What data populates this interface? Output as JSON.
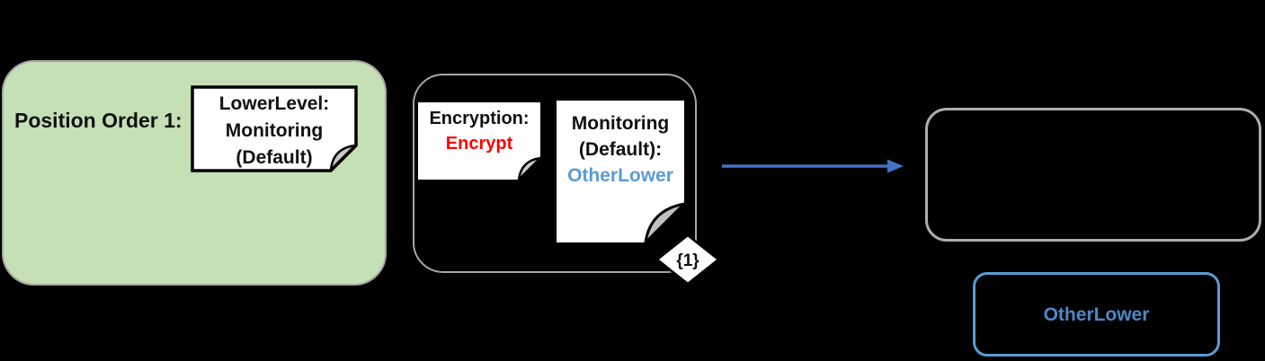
{
  "canvas": {
    "background_color": "#000000"
  },
  "position_group": {
    "label": "Position Order 1:",
    "fill_color": "#C5E0B4",
    "border_color": "#A6A6A6",
    "note": {
      "line1": "LowerLevel:",
      "line2": "Monitoring",
      "line3": "(Default)"
    }
  },
  "middle_group": {
    "border_color": "#A6A6A6",
    "encryption_note": {
      "line1": "Encryption:",
      "line2": "Encrypt",
      "value_color": "#FF0000"
    },
    "monitoring_note": {
      "line1": "Monitoring",
      "line2": "(Default):",
      "line3": "OtherLower",
      "value_color": "#5B9BD5"
    },
    "badge": "{1}"
  },
  "arrow": {
    "color": "#4472C4",
    "direction": "right"
  },
  "result_group": {
    "border_color": "#AFACAC"
  },
  "otherlower_box": {
    "label": "OtherLower",
    "border_color": "#5B9BD5",
    "text_color": "#4A89C8"
  }
}
